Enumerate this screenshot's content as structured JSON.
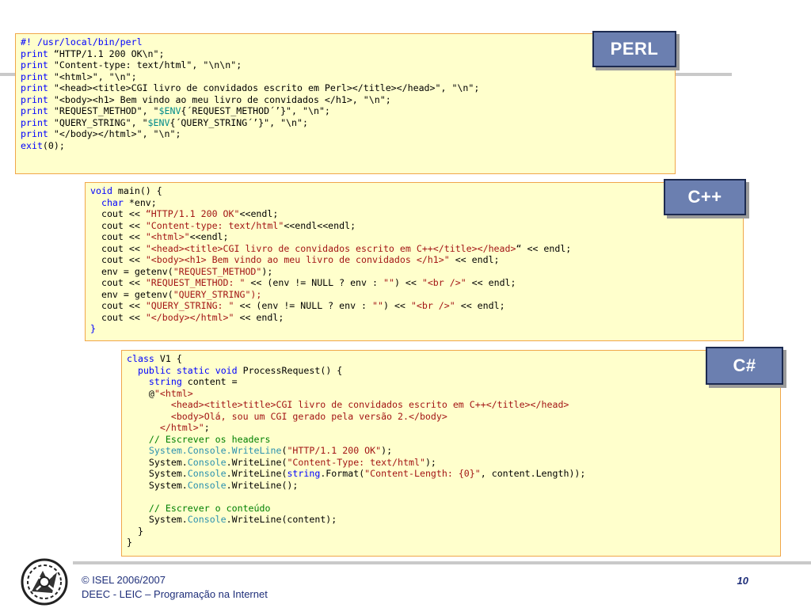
{
  "badges": {
    "perl": "PERL",
    "cpp": "C++",
    "csharp": "C#"
  },
  "perl_code": [
    [
      {
        "t": "#! /usr/local/bin/perl",
        "c": "kw"
      }
    ],
    [
      {
        "t": "print",
        "c": "kw"
      },
      {
        "t": " “HTTP/1.1 200 OK\\n\";"
      }
    ],
    [
      {
        "t": "print",
        "c": "kw"
      },
      {
        "t": " \"Content-type: text/html\", \"\\n\\n\";"
      }
    ],
    [
      {
        "t": "print",
        "c": "kw"
      },
      {
        "t": " \"<html>\", \"\\n\";"
      }
    ],
    [
      {
        "t": "print",
        "c": "kw"
      },
      {
        "t": " \"<head><title>CGI livro de convidados escrito em Perl></title></head>\", \"\\n\";"
      }
    ],
    [
      {
        "t": "print",
        "c": "kw"
      },
      {
        "t": " \"<body><h1> Bem vindo ao meu livro de convidados </h1>, \"\\n\";"
      }
    ],
    [
      {
        "t": "print",
        "c": "kw"
      },
      {
        "t": " \"REQUEST_METHOD\", \""
      },
      {
        "t": "$ENV",
        "c": "var"
      },
      {
        "t": "{´REQUEST_METHOD´’}\", \"\\n\";"
      }
    ],
    [
      {
        "t": "print",
        "c": "kw"
      },
      {
        "t": " \"QUERY_STRING\", \""
      },
      {
        "t": "$ENV",
        "c": "var"
      },
      {
        "t": "{´QUERY_STRING´’}\", \"\\n\";"
      }
    ],
    [
      {
        "t": "print",
        "c": "kw"
      },
      {
        "t": " \"</body></html>\", \"\\n\";"
      }
    ],
    [
      {
        "t": "exit",
        "c": "kw"
      },
      {
        "t": "(0);"
      }
    ]
  ],
  "cpp_code": [
    [
      {
        "t": "void",
        "c": "kw"
      },
      {
        "t": " main() {"
      }
    ],
    [
      {
        "t": "  "
      },
      {
        "t": "char",
        "c": "kw"
      },
      {
        "t": " *env;"
      }
    ],
    [
      {
        "t": "  cout << "
      },
      {
        "t": "“HTTP/1.1 200 OK\"",
        "c": "str"
      },
      {
        "t": "<<endl;"
      }
    ],
    [
      {
        "t": "  cout << "
      },
      {
        "t": "\"Content-type: text/html\"",
        "c": "str"
      },
      {
        "t": "<<endl<<endl;"
      }
    ],
    [
      {
        "t": "  cout << "
      },
      {
        "t": "\"<html>\"",
        "c": "str"
      },
      {
        "t": "<<endl;"
      }
    ],
    [
      {
        "t": "  cout << "
      },
      {
        "t": "\"<head><title>CGI livro de convidados escrito em C++</title></head>",
        "c": "str"
      },
      {
        "t": "“ << endl;"
      }
    ],
    [
      {
        "t": "  cout << "
      },
      {
        "t": "\"<body><h1> Bem vindo ao meu livro de convidados </h1>\"",
        "c": "str"
      },
      {
        "t": " << endl;"
      }
    ],
    [
      {
        "t": "  env = getenv("
      },
      {
        "t": "\"REQUEST_METHOD\"",
        "c": "str"
      },
      {
        "t": ");"
      }
    ],
    [
      {
        "t": "  cout << "
      },
      {
        "t": "\"REQUEST_METHOD: \"",
        "c": "str"
      },
      {
        "t": " << (env != NULL ? env : "
      },
      {
        "t": "\"\"",
        "c": "str"
      },
      {
        "t": ") << "
      },
      {
        "t": "\"<br />\"",
        "c": "str"
      },
      {
        "t": " << endl;"
      }
    ],
    [
      {
        "t": "  env = getenv("
      },
      {
        "t": "\"QUERY_STRING\");",
        "c": "str"
      }
    ],
    [
      {
        "t": "  cout << "
      },
      {
        "t": "\"QUERY_STRING: \"",
        "c": "str"
      },
      {
        "t": " << (env != NULL ? env : "
      },
      {
        "t": "\"\"",
        "c": "str"
      },
      {
        "t": ") << "
      },
      {
        "t": "\"<br />\"",
        "c": "str"
      },
      {
        "t": " << endl;"
      }
    ],
    [
      {
        "t": "  cout << "
      },
      {
        "t": "\"</body></html>\"",
        "c": "str"
      },
      {
        "t": " << endl;"
      }
    ],
    [
      {
        "t": "}",
        "c": "kw"
      }
    ]
  ],
  "csharp_code": [
    [
      {
        "t": "class",
        "c": "kw"
      },
      {
        "t": " V1 {"
      }
    ],
    [
      {
        "t": "  "
      },
      {
        "t": "public",
        "c": "kw"
      },
      {
        "t": " "
      },
      {
        "t": "static",
        "c": "kw"
      },
      {
        "t": " "
      },
      {
        "t": "void",
        "c": "kw"
      },
      {
        "t": " ProcessRequest() {"
      }
    ],
    [
      {
        "t": "    "
      },
      {
        "t": "string",
        "c": "kw"
      },
      {
        "t": " content ="
      }
    ],
    [
      {
        "t": "    @"
      },
      {
        "t": "\"<html>",
        "c": "str"
      }
    ],
    [
      {
        "t": "        <head><title>title>CGI livro de convidados escrito em C++</title></head>",
        "c": "str"
      }
    ],
    [
      {
        "t": "        <body>Olá, sou um CGI gerado pela versão 2.</body>",
        "c": "str"
      }
    ],
    [
      {
        "t": "      </html>\"",
        "c": "str"
      },
      {
        "t": ";"
      }
    ],
    [
      {
        "t": "    "
      },
      {
        "t": "// Escrever os headers",
        "c": "cm"
      }
    ],
    [
      {
        "t": "    "
      },
      {
        "t": "System.Console.WriteLine",
        "c": "ty"
      },
      {
        "t": "("
      },
      {
        "t": "\"HTTP/1.1 200 OK\"",
        "c": "str"
      },
      {
        "t": ");"
      }
    ],
    [
      {
        "t": "    System."
      },
      {
        "t": "Console",
        "c": "ty"
      },
      {
        "t": ".WriteLine("
      },
      {
        "t": "\"Content-Type: text/html\"",
        "c": "str"
      },
      {
        "t": ");"
      }
    ],
    [
      {
        "t": "    System."
      },
      {
        "t": "Console",
        "c": "ty"
      },
      {
        "t": ".WriteLine("
      },
      {
        "t": "string",
        "c": "kw"
      },
      {
        "t": ".Format("
      },
      {
        "t": "\"Content-Length: {0}\"",
        "c": "str"
      },
      {
        "t": ", content.Length));"
      }
    ],
    [
      {
        "t": "    System."
      },
      {
        "t": "Console",
        "c": "ty"
      },
      {
        "t": ".WriteLine();"
      }
    ],
    [
      {
        "t": ""
      }
    ],
    [
      {
        "t": "    "
      },
      {
        "t": "// Escrever o conteúdo",
        "c": "cm"
      }
    ],
    [
      {
        "t": "    System."
      },
      {
        "t": "Console",
        "c": "ty"
      },
      {
        "t": ".WriteLine(content);"
      }
    ],
    [
      {
        "t": "  }"
      }
    ],
    [
      {
        "t": "}"
      }
    ]
  ],
  "footer": {
    "copyright": "© ISEL 2006/2007",
    "course": "DEEC - LEIC – Programação na Internet",
    "page": "10"
  }
}
